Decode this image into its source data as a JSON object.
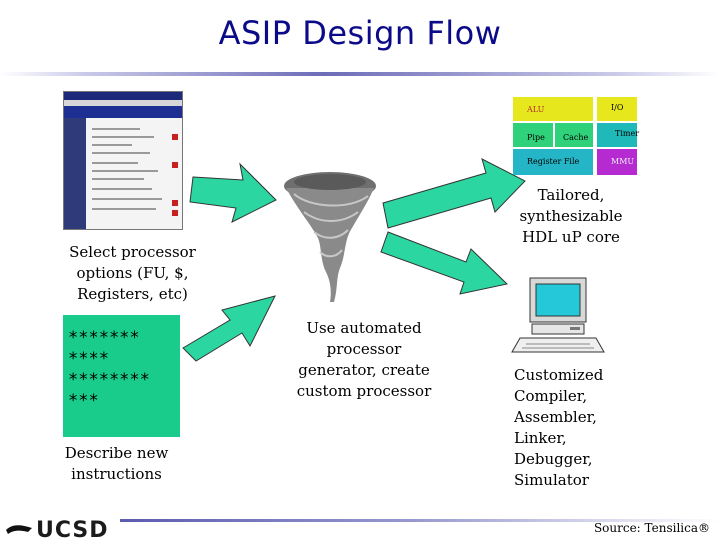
{
  "title": "ASIP Design Flow",
  "captions": {
    "select_options": "Select processor options (FU, $, Registers, etc)",
    "describe": "Describe new instructions",
    "automated": "Use automated processor generator, create custom processor",
    "tailored": "Tailored, synthesizable HDL uP core",
    "customized": "Customized Compiler, Assembler, Linker, Debugger, Simulator"
  },
  "stars_lines": [
    "*******",
    "****",
    "********",
    "***"
  ],
  "core_blocks": {
    "alu": "ALU",
    "io": "I/O",
    "pipe": "Pipe",
    "cache": "Cache",
    "timer": "Timer",
    "register_file": "Register File",
    "mmu": "MMU"
  },
  "footer": {
    "logo": "UCSD",
    "source": "Source: Tensilica®"
  },
  "colors": {
    "title": "#0b0b8a",
    "arrow": "#2bd6a0",
    "instr_box": "#19cc8c",
    "alu": "#e7e71e",
    "io": "#e7e71e",
    "pipe": "#2fd17a",
    "cache": "#2fd17a",
    "timer": "#1fb9b9",
    "register_file": "#24b6c6",
    "mmu": "#b52bd1"
  },
  "icons": [
    "tornado-icon",
    "computer-icon",
    "arrow-icon"
  ]
}
